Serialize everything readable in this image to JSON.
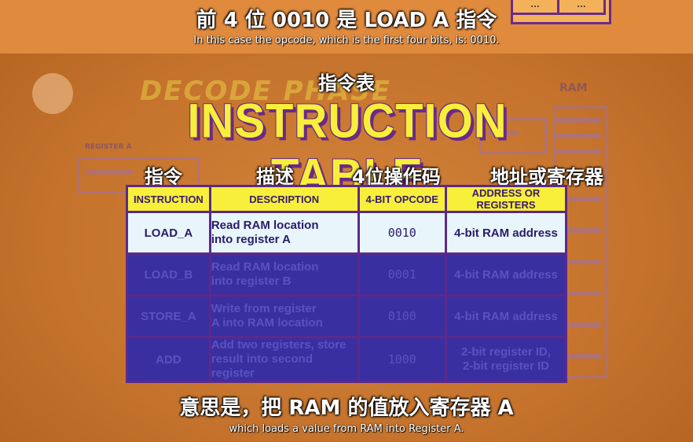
{
  "subtitles": {
    "top_cn": "前 4 位 0010 是 LOAD A 指令",
    "top_en": "In this case the opcode, which is the first four bits, is: 0010.",
    "bottom_cn": "意思是，把 RAM 的值放入寄存器 A",
    "bottom_en": "which loads a value from RAM into Register A."
  },
  "background": {
    "ghost_title": "DECODE PHASE",
    "ram_label": "RAM",
    "register_label": "REGISTER A",
    "top_box_cells": [
      "...",
      "..."
    ]
  },
  "table_title_cn": "指令表",
  "table_title": "INSTRUCTION TABLE",
  "column_labels_cn": [
    "指令",
    "描述",
    "4位操作码",
    "地址或寄存器"
  ],
  "table": {
    "headers": [
      "INSTRUCTION",
      "DESCRIPTION",
      "4-BIT OPCODE",
      "ADDRESS OR REGISTERS"
    ],
    "rows": [
      {
        "instruction": "LOAD_A",
        "desc1": "Read RAM location",
        "desc2": "into register A",
        "opcode": "0010",
        "address1": "4-bit RAM address",
        "address2": ""
      },
      {
        "instruction": "LOAD_B",
        "desc1": "Read RAM location",
        "desc2": "into register B",
        "opcode": "0001",
        "address1": "4-bit RAM address",
        "address2": ""
      },
      {
        "instruction": "STORE_A",
        "desc1": "Write from register",
        "desc2": "A into RAM location",
        "opcode": "0100",
        "address1": "4-bit RAM address",
        "address2": ""
      },
      {
        "instruction": "ADD",
        "desc1": "Add two registers, store",
        "desc2": "result into second register",
        "opcode": "1000",
        "address1": "2-bit register ID,",
        "address2": "2-bit register ID"
      }
    ]
  },
  "colors": {
    "title_yellow": "#f7ef3a",
    "purple": "#5b2a8a",
    "highlight_row": "#e8f6fb",
    "dim_row": "#3a2fa0"
  }
}
